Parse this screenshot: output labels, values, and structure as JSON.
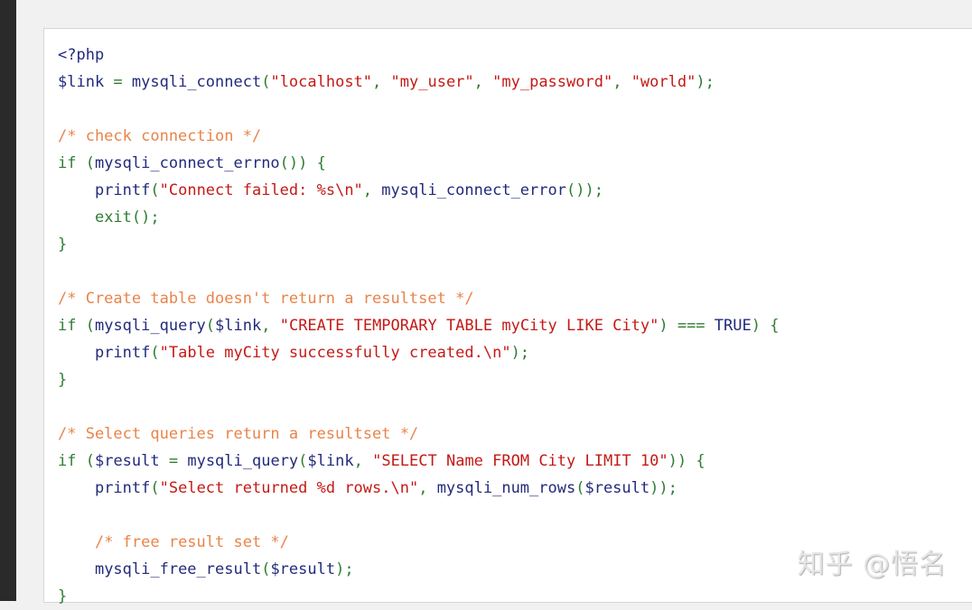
{
  "colors": {
    "function": "#222a7c",
    "keyword_punct": "#2e7d32",
    "string": "#c41a16",
    "comment": "#e8844a",
    "background": "#f1f1f1",
    "card": "#ffffff"
  },
  "code": {
    "language": "php",
    "lines": [
      [
        {
          "t": "var",
          "v": "<?php"
        }
      ],
      [
        {
          "t": "var",
          "v": "$link"
        },
        {
          "t": "p",
          "v": " = "
        },
        {
          "t": "fn",
          "v": "mysqli_connect"
        },
        {
          "t": "p",
          "v": "("
        },
        {
          "t": "str",
          "v": "\"localhost\""
        },
        {
          "t": "p",
          "v": ", "
        },
        {
          "t": "str",
          "v": "\"my_user\""
        },
        {
          "t": "p",
          "v": ", "
        },
        {
          "t": "str",
          "v": "\"my_password\""
        },
        {
          "t": "p",
          "v": ", "
        },
        {
          "t": "str",
          "v": "\"world\""
        },
        {
          "t": "p",
          "v": ");"
        }
      ],
      [],
      [
        {
          "t": "com",
          "v": "/* check connection */"
        }
      ],
      [
        {
          "t": "kw",
          "v": "if"
        },
        {
          "t": "p",
          "v": " ("
        },
        {
          "t": "fn",
          "v": "mysqli_connect_errno"
        },
        {
          "t": "p",
          "v": "()) {"
        }
      ],
      [
        {
          "t": "p",
          "v": "    "
        },
        {
          "t": "fn",
          "v": "printf"
        },
        {
          "t": "p",
          "v": "("
        },
        {
          "t": "str",
          "v": "\"Connect failed: %s\\n\""
        },
        {
          "t": "p",
          "v": ", "
        },
        {
          "t": "fn",
          "v": "mysqli_connect_error"
        },
        {
          "t": "p",
          "v": "());"
        }
      ],
      [
        {
          "t": "p",
          "v": "    "
        },
        {
          "t": "kw",
          "v": "exit"
        },
        {
          "t": "p",
          "v": "();"
        }
      ],
      [
        {
          "t": "p",
          "v": "}"
        }
      ],
      [],
      [
        {
          "t": "com",
          "v": "/* Create table doesn't return a resultset */"
        }
      ],
      [
        {
          "t": "kw",
          "v": "if"
        },
        {
          "t": "p",
          "v": " ("
        },
        {
          "t": "fn",
          "v": "mysqli_query"
        },
        {
          "t": "p",
          "v": "("
        },
        {
          "t": "var",
          "v": "$link"
        },
        {
          "t": "p",
          "v": ", "
        },
        {
          "t": "str",
          "v": "\"CREATE TEMPORARY TABLE myCity LIKE City\""
        },
        {
          "t": "p",
          "v": ") === "
        },
        {
          "t": "const",
          "v": "TRUE"
        },
        {
          "t": "p",
          "v": ") {"
        }
      ],
      [
        {
          "t": "p",
          "v": "    "
        },
        {
          "t": "fn",
          "v": "printf"
        },
        {
          "t": "p",
          "v": "("
        },
        {
          "t": "str",
          "v": "\"Table myCity successfully created.\\n\""
        },
        {
          "t": "p",
          "v": ");"
        }
      ],
      [
        {
          "t": "p",
          "v": "}"
        }
      ],
      [],
      [
        {
          "t": "com",
          "v": "/* Select queries return a resultset */"
        }
      ],
      [
        {
          "t": "kw",
          "v": "if"
        },
        {
          "t": "p",
          "v": " ("
        },
        {
          "t": "var",
          "v": "$result"
        },
        {
          "t": "p",
          "v": " = "
        },
        {
          "t": "fn",
          "v": "mysqli_query"
        },
        {
          "t": "p",
          "v": "("
        },
        {
          "t": "var",
          "v": "$link"
        },
        {
          "t": "p",
          "v": ", "
        },
        {
          "t": "str",
          "v": "\"SELECT Name FROM City LIMIT 10\""
        },
        {
          "t": "p",
          "v": ")) {"
        }
      ],
      [
        {
          "t": "p",
          "v": "    "
        },
        {
          "t": "fn",
          "v": "printf"
        },
        {
          "t": "p",
          "v": "("
        },
        {
          "t": "str",
          "v": "\"Select returned %d rows.\\n\""
        },
        {
          "t": "p",
          "v": ", "
        },
        {
          "t": "fn",
          "v": "mysqli_num_rows"
        },
        {
          "t": "p",
          "v": "("
        },
        {
          "t": "var",
          "v": "$result"
        },
        {
          "t": "p",
          "v": "));"
        }
      ],
      [],
      [
        {
          "t": "p",
          "v": "    "
        },
        {
          "t": "com",
          "v": "/* free result set */"
        }
      ],
      [
        {
          "t": "p",
          "v": "    "
        },
        {
          "t": "fn",
          "v": "mysqli_free_result"
        },
        {
          "t": "p",
          "v": "("
        },
        {
          "t": "var",
          "v": "$result"
        },
        {
          "t": "p",
          "v": ");"
        }
      ],
      [
        {
          "t": "p",
          "v": "}"
        }
      ]
    ]
  },
  "watermark": {
    "text": "知乎 @悟名"
  }
}
